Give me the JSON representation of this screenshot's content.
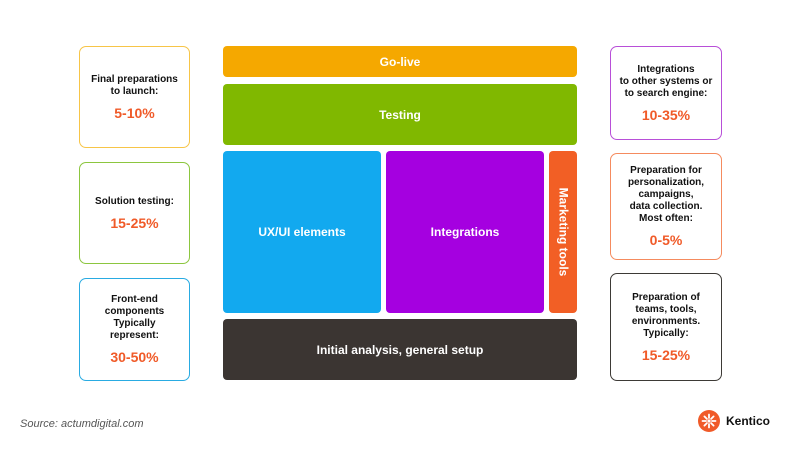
{
  "left_cards": [
    {
      "text": "Final preparations\nto launch:",
      "value": "5-10%",
      "border_color": "#f7c548"
    },
    {
      "text": "Solution testing:",
      "value": "15-25%",
      "border_color": "#8cc63f"
    },
    {
      "text": "Front-end\ncomponents\nTypically\nrepresent:",
      "value": "30-50%",
      "border_color": "#29abe2"
    }
  ],
  "right_cards": [
    {
      "text": "Integrations\nto other systems or\nto search engine:",
      "value": "10-35%",
      "border_color": "#b84fd8"
    },
    {
      "text": "Preparation for\npersonalization,\ncampaigns,\ndata collection.\nMost often:",
      "value": "0-5%",
      "border_color": "#f58b5e"
    },
    {
      "text": "Preparation of\nteams, tools,\nenvironments.\nTypically:",
      "value": "15-25%",
      "border_color": "#3d3a36"
    }
  ],
  "blocks": {
    "go_live": {
      "label": "Go-live",
      "color": "#f5a800"
    },
    "testing": {
      "label": "Testing",
      "color": "#80b800"
    },
    "ux_ui": {
      "label": "UX/UI elements",
      "color": "#12a9ef"
    },
    "integrations": {
      "label": "Integrations",
      "color": "#a500e0"
    },
    "marketing_tools": {
      "label": "Marketing tools",
      "color": "#f25f25"
    },
    "initial_analysis": {
      "label": "Initial analysis, general setup",
      "color": "#3b3532"
    }
  },
  "footer": {
    "source": "Source: actumdigital.com",
    "logo_text": "Kentico",
    "logo_icon": "kentico-flower-icon"
  },
  "accent_color": "#f05a28"
}
